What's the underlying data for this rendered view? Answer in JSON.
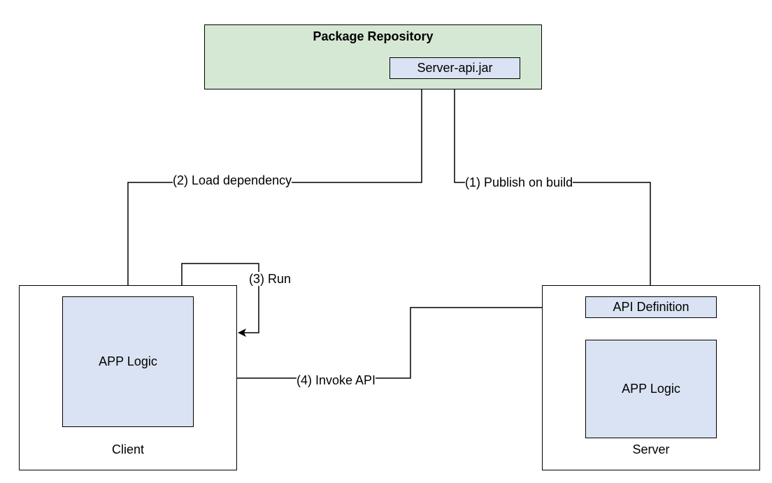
{
  "repository": {
    "title": "Package Repository",
    "artifact": "Server-api.jar",
    "fill_color": "#d5e8d4"
  },
  "client": {
    "label": "Client",
    "logic": "APP Logic"
  },
  "server": {
    "label": "Server",
    "api_definition": "API Definition",
    "logic": "APP Logic"
  },
  "edges": {
    "load_dependency": "(2) Load dependency",
    "publish_on_build": "(1) Publish on build",
    "run": "(3) Run",
    "invoke_api": "(4) Invoke API"
  },
  "colors": {
    "component_fill": "#dae3f3",
    "stroke": "#000000"
  }
}
